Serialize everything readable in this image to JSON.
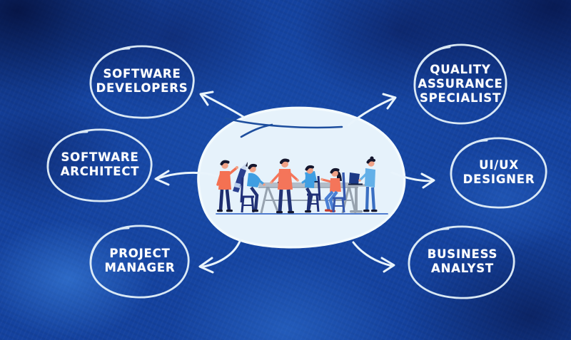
{
  "meta": {
    "title": "Software Development Team Roles Diagram"
  },
  "colors": {
    "background_blue": "#14429f",
    "bubble_outline": "#e4f1fa",
    "arrow": "#e9f4fc",
    "label_text": "#ffffff",
    "center_oval_fill": "#e6f2fb",
    "center_oval_outline": "#f3fafd",
    "accent_navy": "#1d4e9e",
    "illustration_orange": "#f47152",
    "illustration_blue": "#3f9ee2",
    "illustration_navy": "#223274"
  },
  "center": {
    "illustration_name": "team-meeting-illustration"
  },
  "roles": [
    {
      "id": "software-developers",
      "label": "SOFTWARE\nDEVELOPERS",
      "position": "top-left"
    },
    {
      "id": "quality-assurance-specialist",
      "label": "QUALITY\nASSURANCE\nSPECIALIST",
      "position": "top-right"
    },
    {
      "id": "software-architect",
      "label": "SOFTWARE\nARCHITECT",
      "position": "middle-left"
    },
    {
      "id": "ui-ux-designer",
      "label": "UI/UX\nDESIGNER",
      "position": "middle-right"
    },
    {
      "id": "project-manager",
      "label": "PROJECT\nMANAGER",
      "position": "bottom-left"
    },
    {
      "id": "business-analyst",
      "label": "BUSINESS\nANALYST",
      "position": "bottom-right"
    }
  ]
}
